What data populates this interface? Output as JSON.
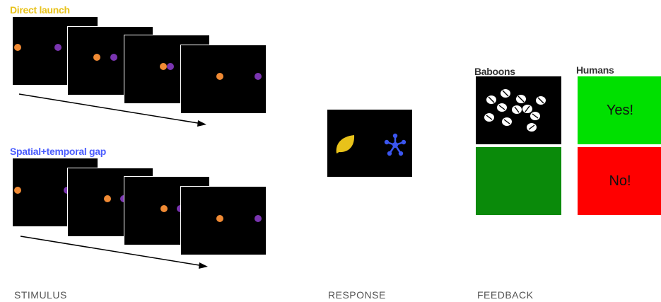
{
  "stimulus": {
    "direct_launch_label": "Direct launch",
    "gap_label": "Spatial+temporal gap",
    "stage_label": "STIMULUS"
  },
  "response": {
    "stage_label": "RESPONSE",
    "left_icon": "leaf-icon",
    "right_icon": "star-network-icon"
  },
  "feedback": {
    "stage_label": "FEEDBACK",
    "baboons_label": "Baboons",
    "humans_label": "Humans",
    "yes_text": "Yes!",
    "no_text": "No!"
  },
  "colors": {
    "orange_dot": "#f08a34",
    "purple_dot": "#7a35b0",
    "direct_launch_text": "#e8c21a",
    "gap_text": "#4a5cff",
    "leaf": "#e8c21a",
    "star": "#3b56f0",
    "baboon_correct": "#0a8a0a",
    "human_yes": "#00e000",
    "human_no": "#ff0000"
  }
}
